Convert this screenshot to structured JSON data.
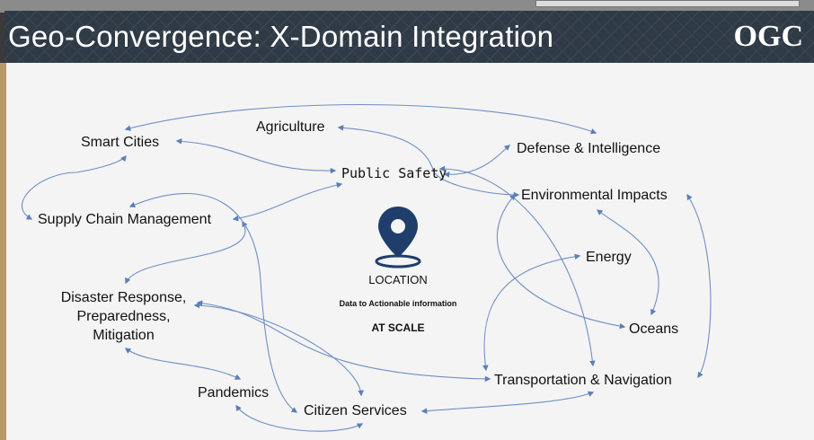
{
  "header": {
    "title": "Geo-Convergence: X-Domain Integration",
    "logo": "OGC"
  },
  "center": {
    "icon": "location-pin-icon",
    "label": "LOCATION",
    "subtitle": "Data to Actionable information",
    "scale": "AT SCALE"
  },
  "nodes": {
    "smart_cities": "Smart Cities",
    "agriculture": "Agriculture",
    "public_safety": "Public Safety",
    "defense": "Defense & Intelligence",
    "environmental": "Environmental Impacts",
    "supply_chain": "Supply Chain Management",
    "energy": "Energy",
    "disaster": "Disaster Response, Preparedness, Mitigation",
    "oceans": "Oceans",
    "transportation": "Transportation & Navigation",
    "pandemics": "Pandemics",
    "citizen": "Citizen Services"
  },
  "colors": {
    "header_bg": "#2f3a45",
    "arrow": "#5b7fb8",
    "pin": "#1f3e6b"
  }
}
